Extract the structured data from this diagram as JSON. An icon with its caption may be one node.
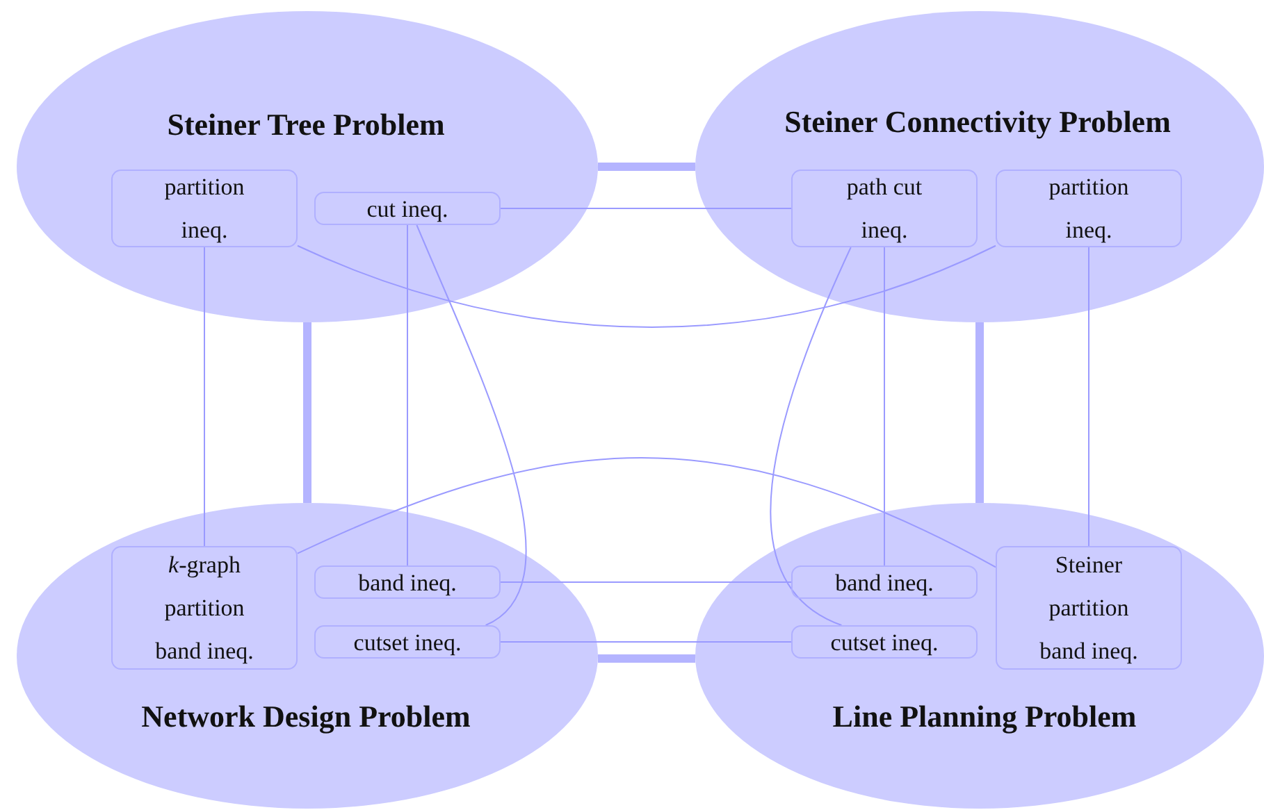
{
  "diagram": {
    "nodes": [
      {
        "text": [
          "Steiner Tree Problem"
        ]
      },
      {
        "text": [
          "partition ineq."
        ],
        "in": 0
      },
      {
        "text": [
          "cut ineq."
        ],
        "in": 0
      },
      {
        "text": [
          "Steiner Connectivity Problem"
        ]
      },
      {
        "text": [
          "path cut ineq."
        ],
        "in": 3
      },
      {
        "text": [
          "partition ineq."
        ],
        "in": 3
      },
      {
        "text": [
          "Network Design Problem"
        ]
      },
      {
        "text": [
          "*k*-graph partition band ineq."
        ],
        "in": 6
      },
      {
        "text": [
          "band ineq."
        ],
        "in": 6
      },
      {
        "text": [
          "cutset ineq."
        ],
        "in": 6
      },
      {
        "text": [
          "Line Planning Problem"
        ]
      },
      {
        "text": [
          "band ineq."
        ],
        "in": 10
      },
      {
        "text": [
          "cutset ineq."
        ],
        "in": 10
      },
      {
        "text": [
          "Steiner partition band ineq."
        ],
        "in": 10
      }
    ],
    "edges": [
      {
        "from": 0,
        "to": 3,
        "arrow": "none",
        "style": "thick",
        "color": "#b4b4ff"
      },
      {
        "from": 0,
        "to": 6,
        "arrow": "none",
        "style": "thick",
        "color": "#b4b4ff"
      },
      {
        "from": 3,
        "to": 10,
        "arrow": "none",
        "style": "thick",
        "color": "#b4b4ff"
      },
      {
        "from": 6,
        "to": 10,
        "arrow": "none",
        "style": "thick",
        "color": "#b4b4ff"
      },
      {
        "from": 1,
        "to": 7,
        "arrow": "none"
      },
      {
        "from": 1,
        "to": 5,
        "arrow": "none"
      },
      {
        "from": 2,
        "to": 4,
        "arrow": "none"
      },
      {
        "from": 2,
        "to": 8,
        "arrow": "none"
      },
      {
        "from": 2,
        "to": 9,
        "arrow": "none"
      },
      {
        "from": 4,
        "to": 11,
        "arrow": "none"
      },
      {
        "from": 4,
        "to": 12,
        "arrow": "none"
      },
      {
        "from": 5,
        "to": 13,
        "arrow": "none"
      },
      {
        "from": 7,
        "to": 13,
        "arrow": "none"
      },
      {
        "from": 8,
        "to": 11,
        "arrow": "none"
      },
      {
        "from": 9,
        "to": 12,
        "arrow": "none"
      }
    ]
  }
}
